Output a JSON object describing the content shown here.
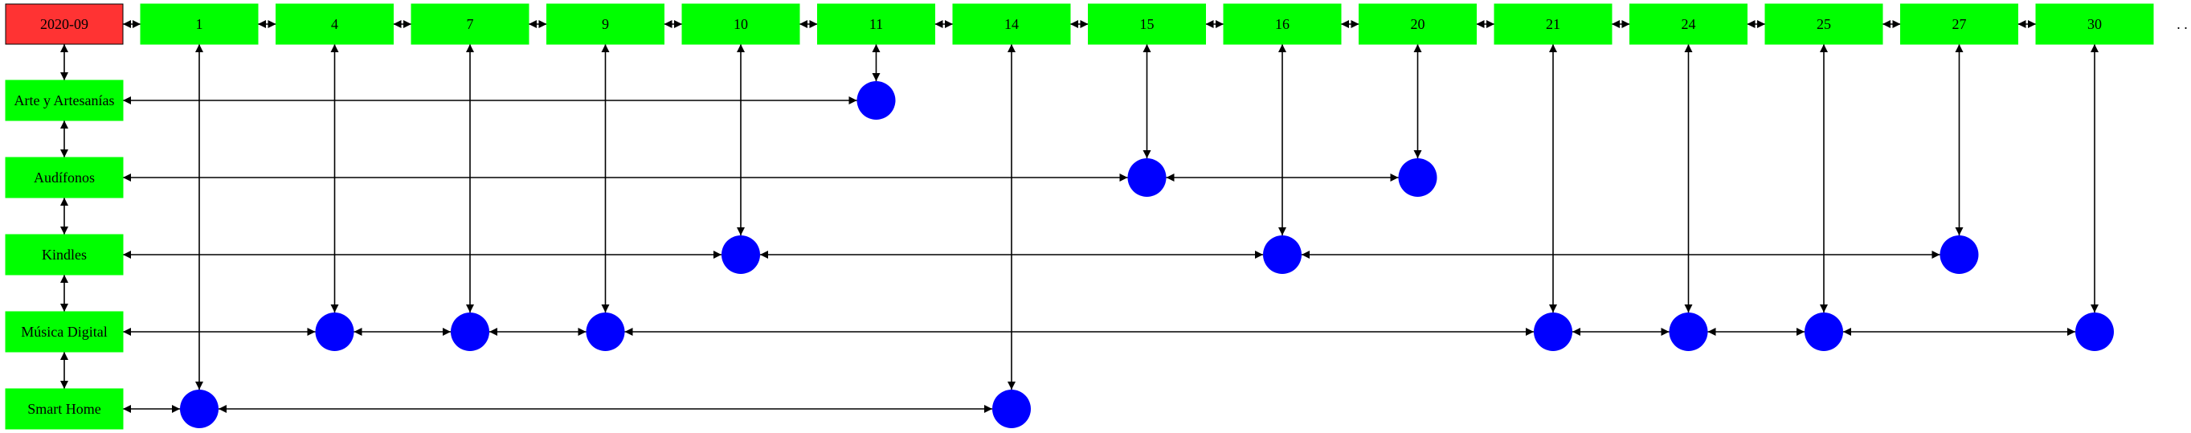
{
  "colors": {
    "month_fill": "#ff3333",
    "node_fill": "#00ff00",
    "dot_fill": "#0000ff",
    "edge": "#000000"
  },
  "month": "2020-09",
  "days": [
    "1",
    "4",
    "7",
    "9",
    "10",
    "11",
    "14",
    "15",
    "16",
    "20",
    "21",
    "24",
    "25",
    "27",
    "30"
  ],
  "overflow_marker": ". .",
  "categories": [
    {
      "label": "Arte y Artesanías",
      "days": [
        "11"
      ]
    },
    {
      "label": "Audífonos",
      "days": [
        "15",
        "20"
      ]
    },
    {
      "label": "Kindles",
      "days": [
        "10",
        "16",
        "27"
      ]
    },
    {
      "label": "Música Digital",
      "days": [
        "4",
        "7",
        "9",
        "21",
        "24",
        "25",
        "30"
      ]
    },
    {
      "label": "Smart Home",
      "days": [
        "1",
        "14"
      ]
    }
  ]
}
